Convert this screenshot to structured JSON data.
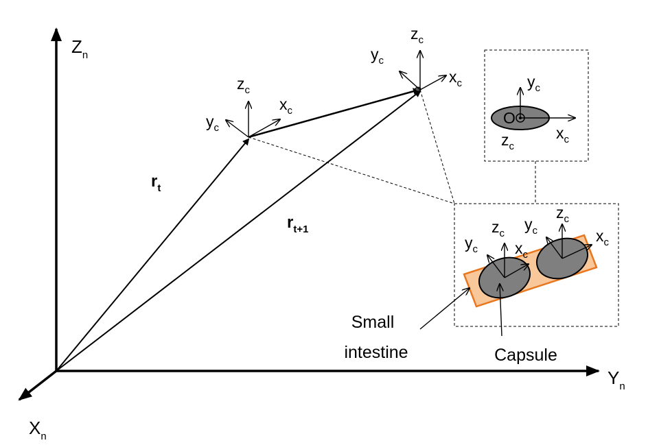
{
  "world_frame": {
    "z_axis": {
      "base": "Z",
      "sub": "n"
    },
    "y_axis": {
      "base": "Y",
      "sub": "n"
    },
    "x_axis": {
      "base": "X",
      "sub": "n"
    }
  },
  "position_vectors": {
    "r_t": {
      "base": "r",
      "sub": "t"
    },
    "r_t1": {
      "base": "r",
      "sub": "t+1"
    }
  },
  "capsule_frame_labels": {
    "x": {
      "base": "x",
      "sub": "c"
    },
    "y": {
      "base": "y",
      "sub": "c"
    },
    "z": {
      "base": "z",
      "sub": "c"
    }
  },
  "inset_top": {
    "origin_label": "O"
  },
  "inset_bottom": {
    "intestine_label_line1": "Small",
    "intestine_label_line2": "intestine",
    "capsule_label": "Capsule"
  },
  "colors": {
    "intestine_fill": "#f8c79a",
    "intestine_stroke": "#e8771f",
    "capsule_fill": "#7f7f7f",
    "line": "#000000"
  }
}
